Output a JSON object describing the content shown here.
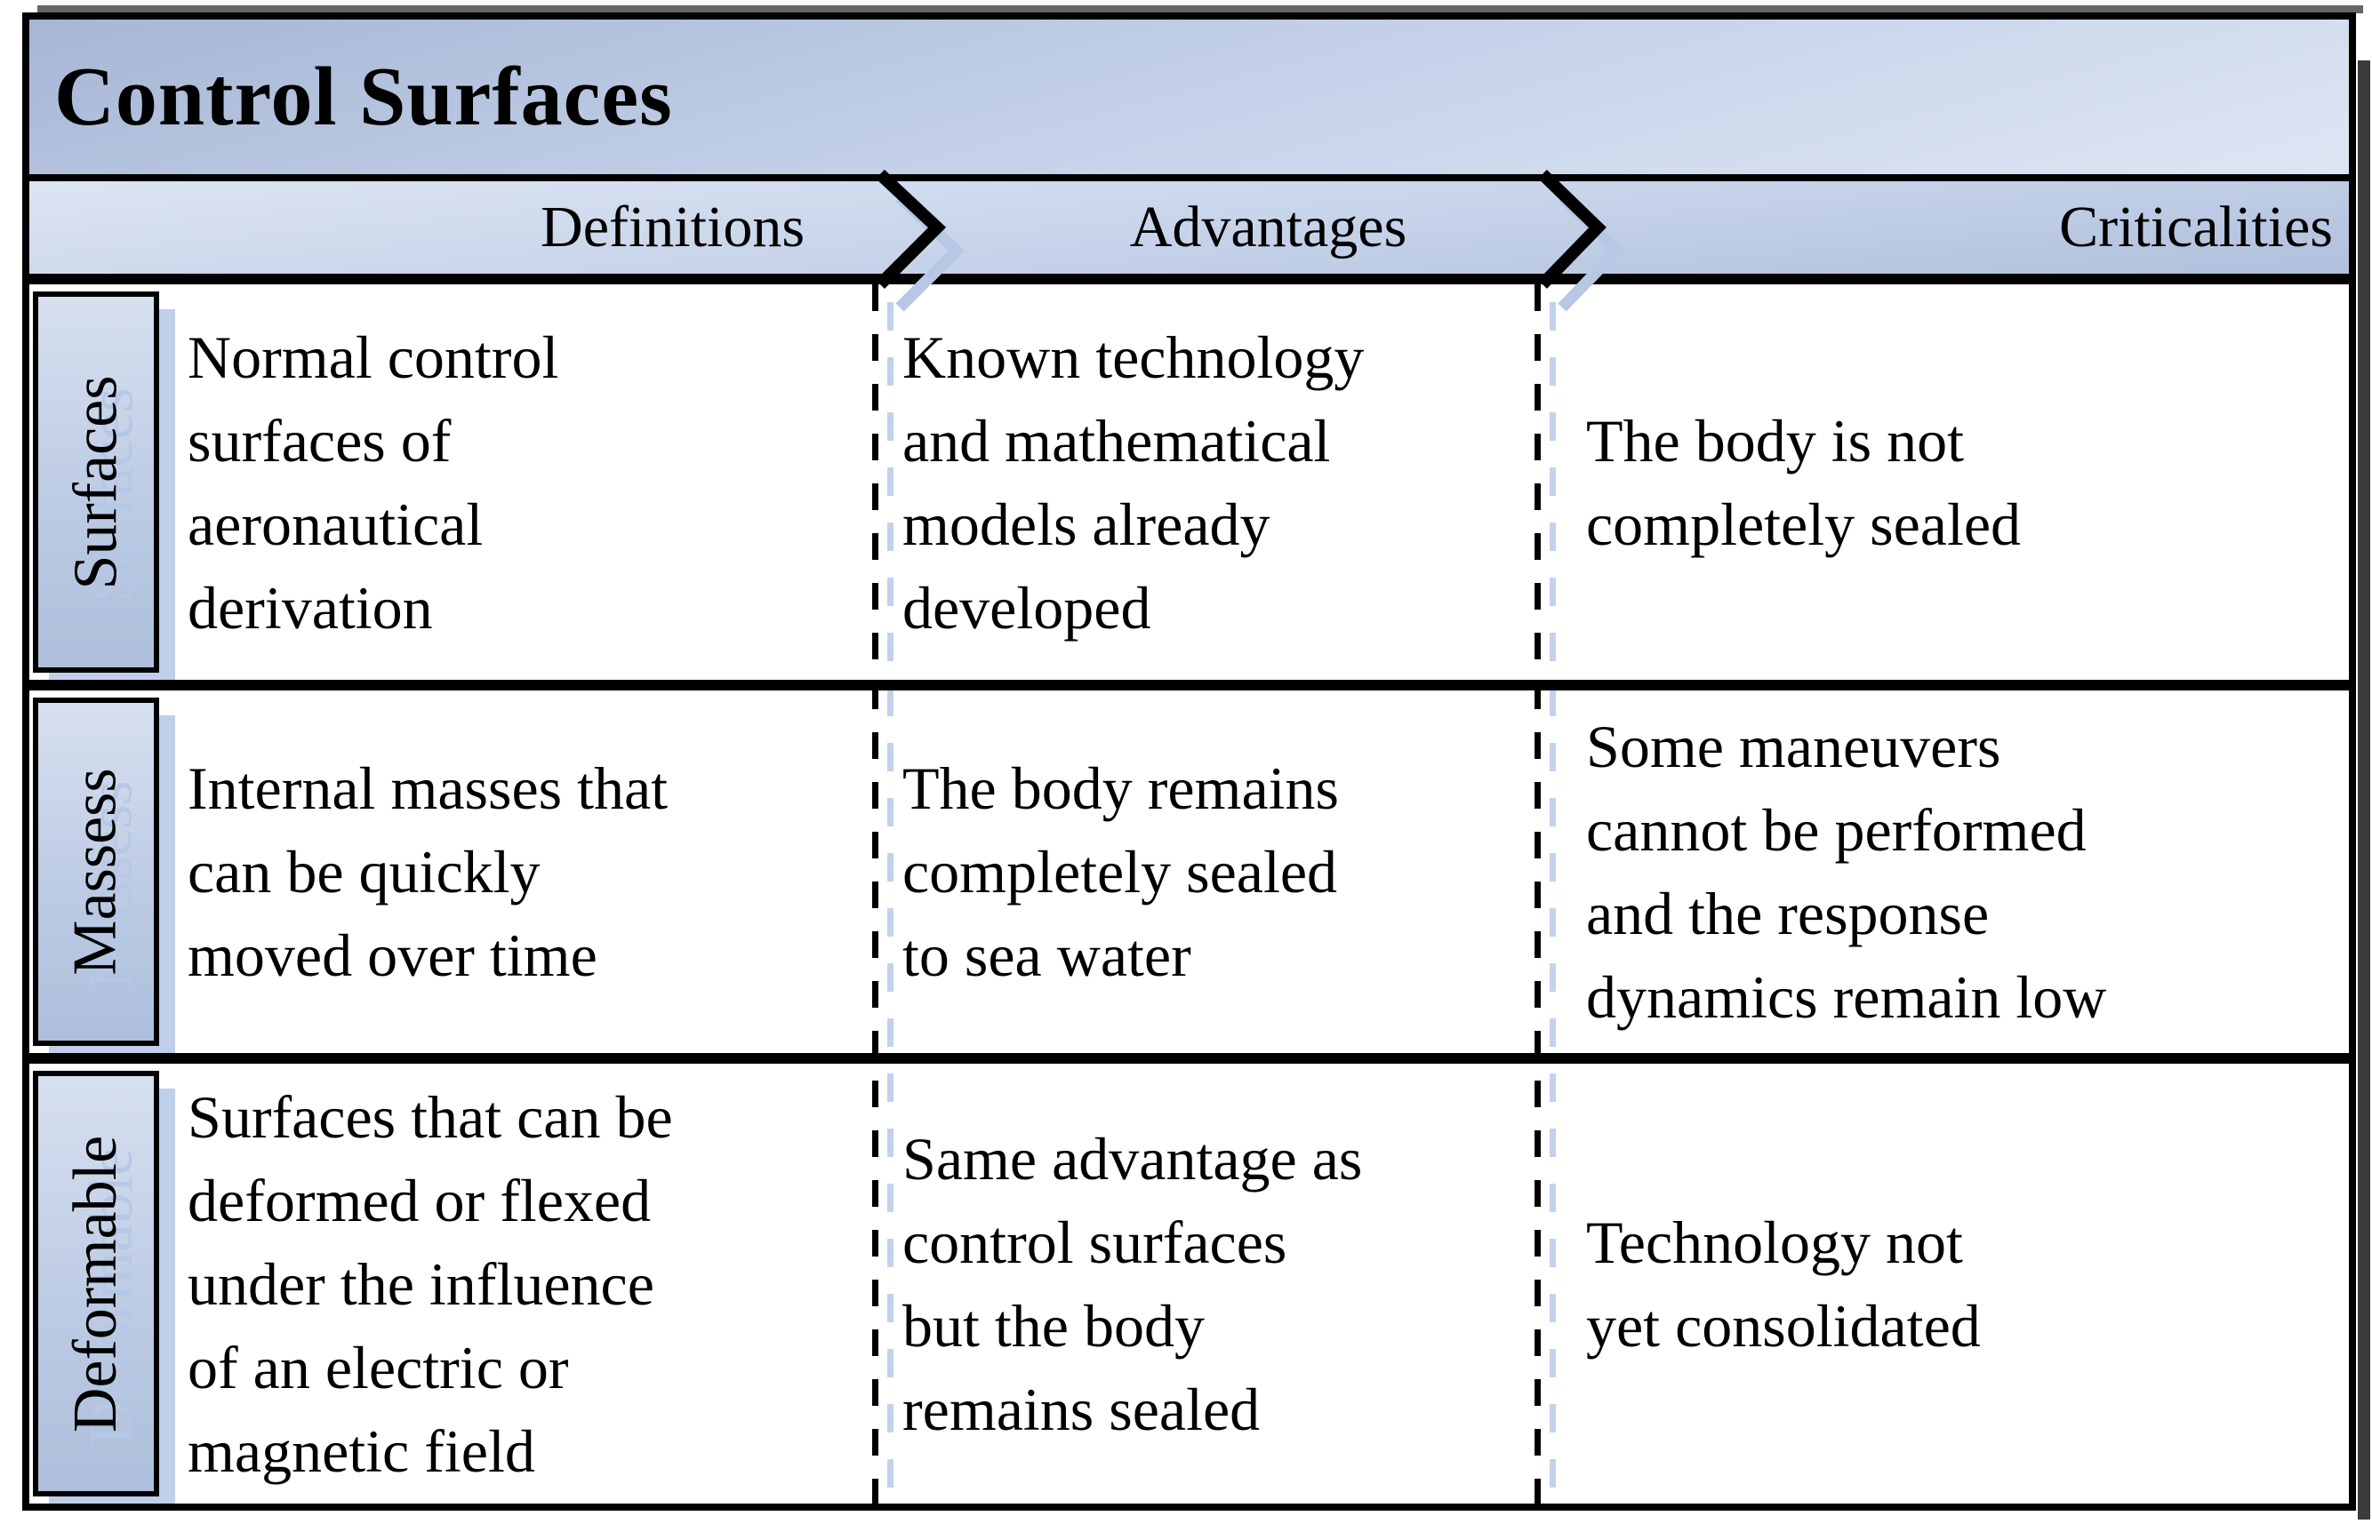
{
  "figure": {
    "title": "Control Surfaces",
    "columns": [
      "Definitions",
      "Advantages",
      "Criticalities"
    ],
    "rows": [
      {
        "label": "Surfaces",
        "definition": "Normal control\nsurfaces of\naeronautical\nderivation",
        "advantage": "Known technology\nand mathematical\nmodels already\ndeveloped",
        "criticality": "The body is not\ncompletely sealed"
      },
      {
        "label": "Massess",
        "definition": "Internal masses that\ncan be quickly\nmoved over time",
        "advantage": "The body remains\ncompletely sealed\nto sea water",
        "criticality": "Some maneuvers\ncannot be performed\nand the response\ndynamics remain low"
      },
      {
        "label": "Deformable",
        "definition": "Surfaces that can be\ndeformed or flexed\nunder the influence\nof an electric or\nmagnetic field",
        "advantage": "Same advantage as\ncontrol surfaces\nbut the body\nremains sealed",
        "criticality": "Technology not\nyet consolidated"
      }
    ],
    "colors": {
      "band_blue_light": "#dce5f2",
      "band_blue": "#c3d0e8",
      "band_blue_dark": "#a6b6d4",
      "echo_blue": "#b5c8e6",
      "dash_shadow_blue": "#c3d2ec",
      "border_black": "#000000",
      "outer_shadow_gray": "#3b3b3b"
    }
  }
}
